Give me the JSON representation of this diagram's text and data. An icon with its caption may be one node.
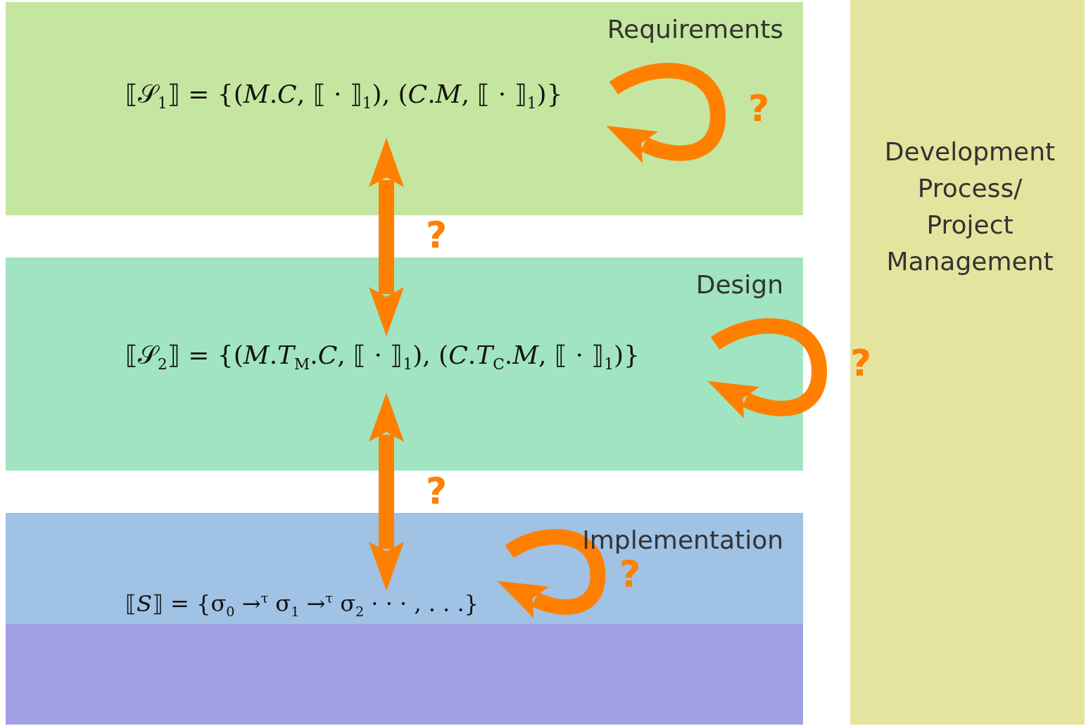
{
  "diagram": {
    "nodes": [
      {
        "text": [
          "Requirements",
          "⟦𝒮$_{1}$⟧ = {(*M*.*C*, ⟦ · ⟧$_{1}$), (*C*.*M*, ⟦ · ⟧$_{1}$)}"
        ]
      },
      {
        "text": [
          "Design",
          "⟦𝒮$_{2}$⟧ = {(*M*.*T*$_{M}$.*C*, ⟦ · ⟧$_{1}$), (*C*.*T*$_{C}$.*M*, ⟦ · ⟧$_{1}$)}"
        ]
      },
      {
        "text": [
          "Implementation",
          "⟦*S*⟧ = {σ$_{0}$ →$^{τ}$ σ$_{1}$ →$^{τ}$ σ$_{2}$ · · · , . . .}"
        ]
      },
      {
        "text": [],
        "shape": "box"
      },
      {
        "text": [
          "Development Process/ Project Management"
        ]
      }
    ],
    "edges": [
      {
        "from": 0,
        "to": 1,
        "arrow": "both",
        "label": "?"
      },
      {
        "from": 1,
        "to": 2,
        "arrow": "both",
        "label": "?"
      },
      {
        "from": 0,
        "to": 0,
        "arrow": "to",
        "label": "?"
      },
      {
        "from": 1,
        "to": 1,
        "arrow": "to",
        "label": "?"
      },
      {
        "from": 2,
        "to": 2,
        "arrow": "to",
        "label": "?"
      }
    ]
  }
}
